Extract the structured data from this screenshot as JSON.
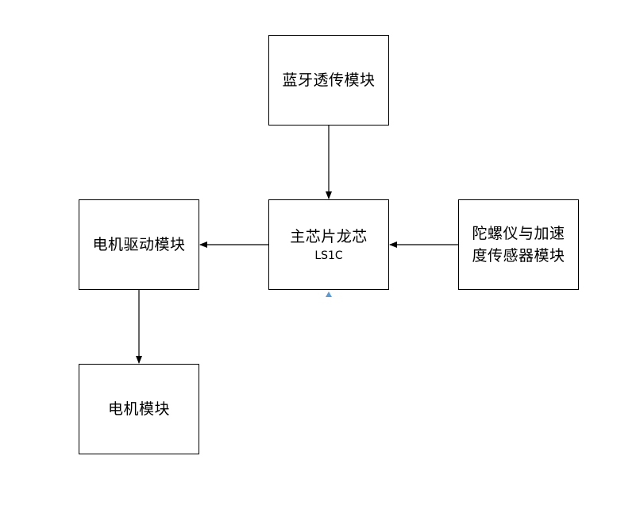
{
  "nodes": {
    "bluetooth": {
      "label": "蓝牙透传模块"
    },
    "main_chip": {
      "label": "主芯片龙芯",
      "sublabel": "LS1C"
    },
    "motor_driver": {
      "label": "电机驱动模块"
    },
    "gyro": {
      "label_line1": "陀螺仪与加速",
      "label_line2": "度传感器模块"
    },
    "motor": {
      "label": "电机模块"
    }
  },
  "colors": {
    "stroke": "#000000",
    "marker": "#5b9bd5"
  }
}
